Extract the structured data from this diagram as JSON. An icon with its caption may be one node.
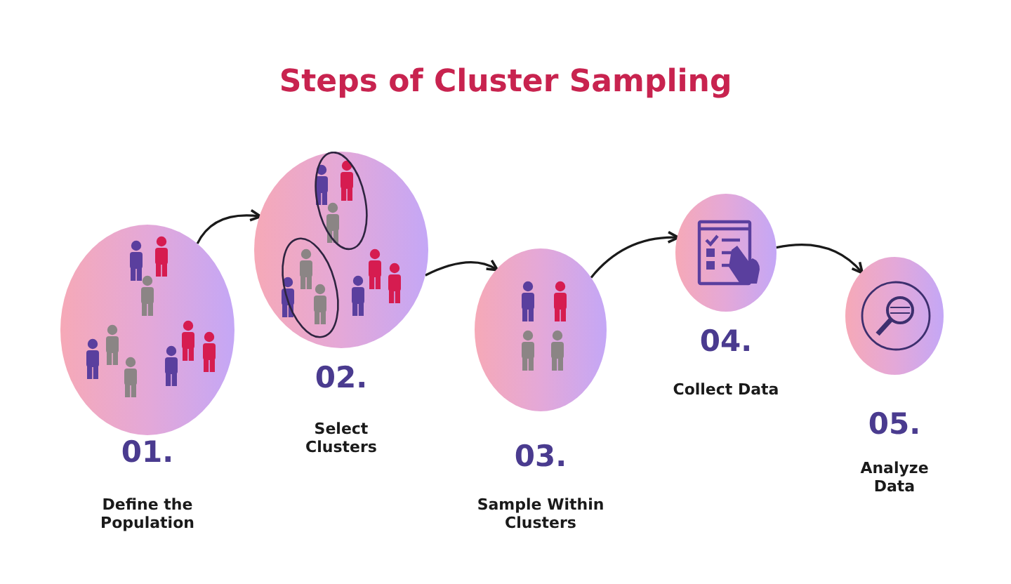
{
  "diagram": {
    "title": "Steps of Cluster Sampling",
    "nodes": [
      {
        "text": [],
        "shape": "circle",
        "beside": [
          "01.",
          "Define the Population"
        ]
      },
      {
        "text": [],
        "shape": "circle",
        "beside": [
          "02.",
          "Select Clusters"
        ]
      },
      {
        "text": [],
        "shape": "circle",
        "beside": [
          "03.",
          "Sample Within Clusters"
        ]
      },
      {
        "text": [],
        "shape": "circle",
        "beside": [
          "04.",
          "Collect Data"
        ]
      },
      {
        "text": [],
        "shape": "circle",
        "beside": [
          "05.",
          "Analyze Data"
        ]
      }
    ],
    "edges": [
      {
        "from": 0,
        "to": 1,
        "arrow": "to"
      },
      {
        "from": 1,
        "to": 2,
        "arrow": "to"
      },
      {
        "from": 2,
        "to": 3,
        "arrow": "to"
      },
      {
        "from": 3,
        "to": 4,
        "arrow": "to"
      }
    ]
  }
}
